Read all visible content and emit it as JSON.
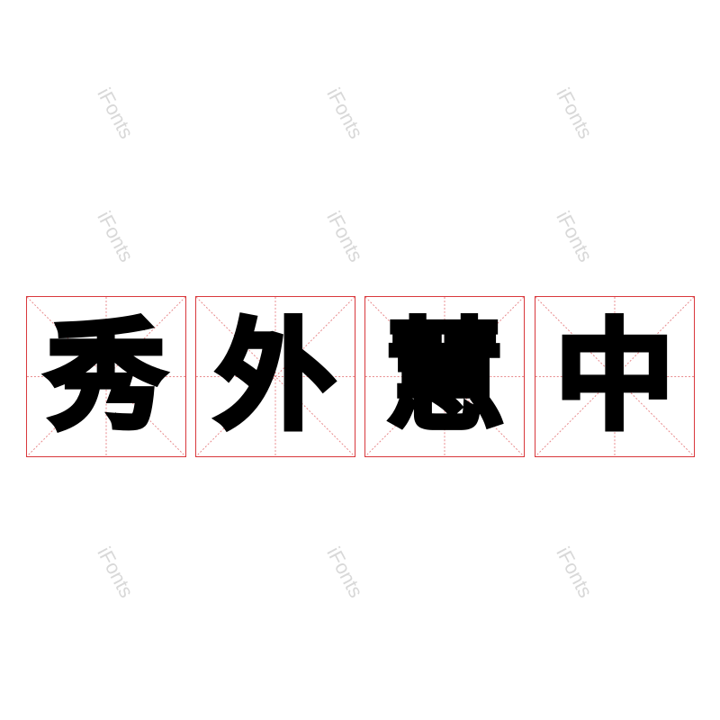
{
  "phrase": {
    "characters": [
      "秀",
      "外",
      "慧",
      "中"
    ]
  },
  "watermark": {
    "text": "iFonts"
  },
  "colors": {
    "grid_border": "#d9383c",
    "grid_guides": "#e88a8c",
    "glyph": "#000000",
    "watermark": "#cfcfcf"
  }
}
